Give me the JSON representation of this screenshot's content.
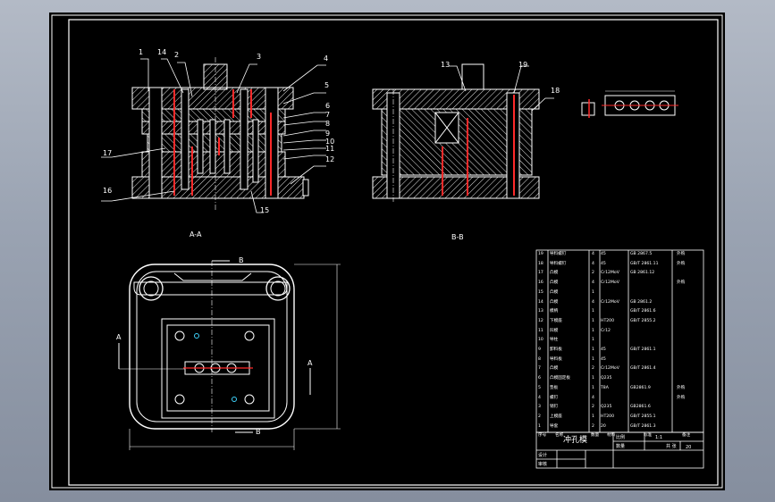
{
  "drawing": {
    "title_block_title": "冲孔模",
    "scale": "1:1",
    "sheet_info": "20"
  },
  "views": [
    {
      "label": "A-A"
    },
    {
      "label": "B-B"
    }
  ],
  "section_marks": {
    "a": "A",
    "b": "B"
  },
  "part_numbers": [
    "1",
    "14",
    "2",
    "3",
    "4",
    "5",
    "6",
    "7",
    "8",
    "9",
    "10",
    "11",
    "12",
    "17",
    "16",
    "15",
    "13",
    "19",
    "18"
  ],
  "bom_rows": [
    {
      "no": "19",
      "name": "导料螺钉",
      "qty": "4",
      "mat": "45",
      "std": "GB 2867.5",
      "note": "外购"
    },
    {
      "no": "18",
      "name": "导料螺钉",
      "qty": "4",
      "mat": "45",
      "std": "GB/T 2861.11",
      "note": "外购"
    },
    {
      "no": "17",
      "name": "凸模",
      "qty": "2",
      "mat": "Cr12MoV",
      "std": "GB 2861.12",
      "note": ""
    },
    {
      "no": "16",
      "name": "凸模",
      "qty": "4",
      "mat": "Cr12MoV",
      "std": "",
      "note": "外购"
    },
    {
      "no": "15",
      "name": "凸模",
      "qty": "1",
      "mat": "",
      "std": "",
      "note": ""
    },
    {
      "no": "14",
      "name": "凸模",
      "qty": "4",
      "mat": "Cr12MoV",
      "std": "GB 2861.2",
      "note": ""
    },
    {
      "no": "13",
      "name": "模柄",
      "qty": "1",
      "mat": "",
      "std": "GB/T 2861.6",
      "note": ""
    },
    {
      "no": "12",
      "name": "下模座",
      "qty": "1",
      "mat": "HT200",
      "std": "GB/T 2855.2",
      "note": ""
    },
    {
      "no": "11",
      "name": "凹模",
      "qty": "1",
      "mat": "Cr12",
      "std": "",
      "note": ""
    },
    {
      "no": "10",
      "name": "导柱",
      "qty": "1",
      "mat": "",
      "std": "",
      "note": ""
    },
    {
      "no": "9",
      "name": "卸料板",
      "qty": "1",
      "mat": "45",
      "std": "GB/T 2861.1",
      "note": ""
    },
    {
      "no": "8",
      "name": "导料板",
      "qty": "1",
      "mat": "45",
      "std": "",
      "note": ""
    },
    {
      "no": "7",
      "name": "凸模",
      "qty": "2",
      "mat": "Cr12MoV",
      "std": "GB/T 2861.4",
      "note": ""
    },
    {
      "no": "6",
      "name": "凸模固定板",
      "qty": "1",
      "mat": "Q235",
      "std": "",
      "note": ""
    },
    {
      "no": "5",
      "name": "垫板",
      "qty": "1",
      "mat": "T8A",
      "std": "GB2861.9",
      "note": "外购"
    },
    {
      "no": "4",
      "name": "螺钉",
      "qty": "4",
      "mat": "",
      "std": "",
      "note": "外购"
    },
    {
      "no": "3",
      "name": "销钉",
      "qty": "2",
      "mat": "Q235",
      "std": "GB2861.6",
      "note": ""
    },
    {
      "no": "2",
      "name": "上模座",
      "qty": "1",
      "mat": "HT200",
      "std": "GB/T 2855.1",
      "note": ""
    },
    {
      "no": "1",
      "name": "导套",
      "qty": "2",
      "mat": "20",
      "std": "GB/T 2861.3",
      "note": ""
    }
  ],
  "bom_header": {
    "no": "序号",
    "name": "名称",
    "qty": "数量",
    "mat": "材料",
    "std": "标准",
    "note": "备注"
  },
  "title_block": {
    "designer": "设计",
    "checker": "审核",
    "scale_label": "比例",
    "qty_label": "数量",
    "weight_label": "共 张"
  },
  "colors": {
    "line": "#ffffff",
    "hatch": "#ffffff",
    "red": "#ff2a2a",
    "cyan": "#3fd5ff",
    "border": "#ffffff",
    "background": "#000000"
  }
}
